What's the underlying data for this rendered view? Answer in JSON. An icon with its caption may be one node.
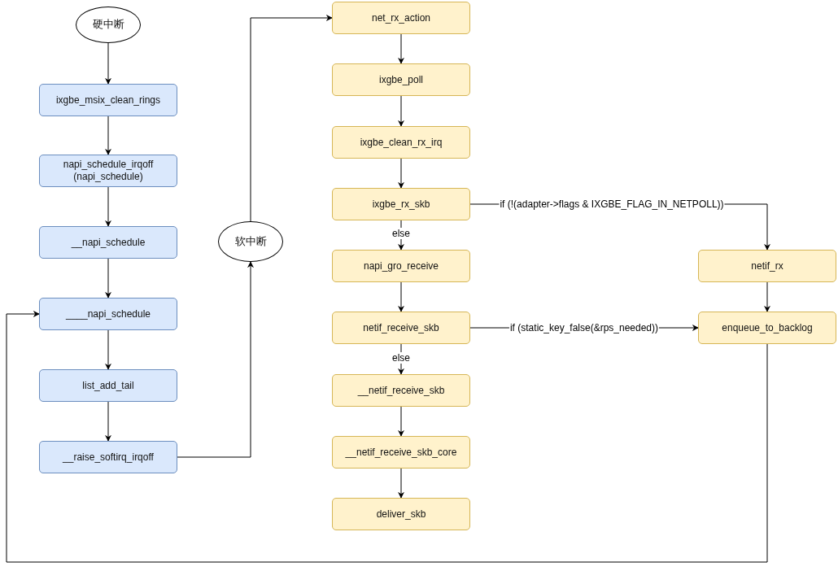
{
  "diagram": {
    "nodes": [
      {
        "text": [
          "硬中断"
        ]
      },
      {
        "text": [
          "ixgbe_msix_clean_rings"
        ]
      },
      {
        "text": [
          "napi_schedule_irqoff (napi_schedule)"
        ]
      },
      {
        "text": [
          "__napi_schedule"
        ]
      },
      {
        "text": [
          "____napi_schedule"
        ]
      },
      {
        "text": [
          "list_add_tail"
        ]
      },
      {
        "text": [
          "__raise_softirq_irqoff"
        ]
      },
      {
        "text": [
          "软中断"
        ]
      },
      {
        "text": [
          "net_rx_action"
        ]
      },
      {
        "text": [
          "ixgbe_poll"
        ]
      },
      {
        "text": [
          "ixgbe_clean_rx_irq"
        ]
      },
      {
        "text": [
          "ixgbe_rx_skb"
        ]
      },
      {
        "text": [
          "napi_gro_receive"
        ]
      },
      {
        "text": [
          "netif_receive_skb"
        ]
      },
      {
        "text": [
          "__netif_receive_skb"
        ]
      },
      {
        "text": [
          "__netif_receive_skb_core"
        ]
      },
      {
        "text": [
          "deliver_skb"
        ]
      },
      {
        "text": [
          "netif_rx"
        ]
      },
      {
        "text": [
          "enqueue_to_backlog"
        ]
      }
    ],
    "edges": [
      {
        "from": 0,
        "to": 1,
        "arrow": "to"
      },
      {
        "from": 1,
        "to": 2,
        "arrow": "to"
      },
      {
        "from": 2,
        "to": 3,
        "arrow": "to"
      },
      {
        "from": 3,
        "to": 4,
        "arrow": "to"
      },
      {
        "from": 4,
        "to": 5,
        "arrow": "to"
      },
      {
        "from": 5,
        "to": 6,
        "arrow": "to"
      },
      {
        "from": 6,
        "to": 7,
        "arrow": "to"
      },
      {
        "from": 7,
        "to": 8,
        "arrow": "to"
      },
      {
        "from": 8,
        "to": 9,
        "arrow": "to"
      },
      {
        "from": 9,
        "to": 10,
        "arrow": "to"
      },
      {
        "from": 10,
        "to": 11,
        "arrow": "to"
      },
      {
        "from": 11,
        "to": 17,
        "arrow": "to",
        "label": "if (!(adapter->flags & IXGBE_FLAG_IN_NETPOLL))"
      },
      {
        "from": 11,
        "to": 12,
        "arrow": "to",
        "label": "else"
      },
      {
        "from": 12,
        "to": 13,
        "arrow": "to"
      },
      {
        "from": 13,
        "to": 18,
        "arrow": "to",
        "label": "if (static_key_false(&rps_needed))"
      },
      {
        "from": 13,
        "to": 14,
        "arrow": "to",
        "label": "else"
      },
      {
        "from": 14,
        "to": 15,
        "arrow": "to"
      },
      {
        "from": 15,
        "to": 16,
        "arrow": "to"
      },
      {
        "from": 17,
        "to": 18,
        "arrow": "to"
      },
      {
        "from": 18,
        "to": 4,
        "arrow": "to"
      }
    ]
  }
}
